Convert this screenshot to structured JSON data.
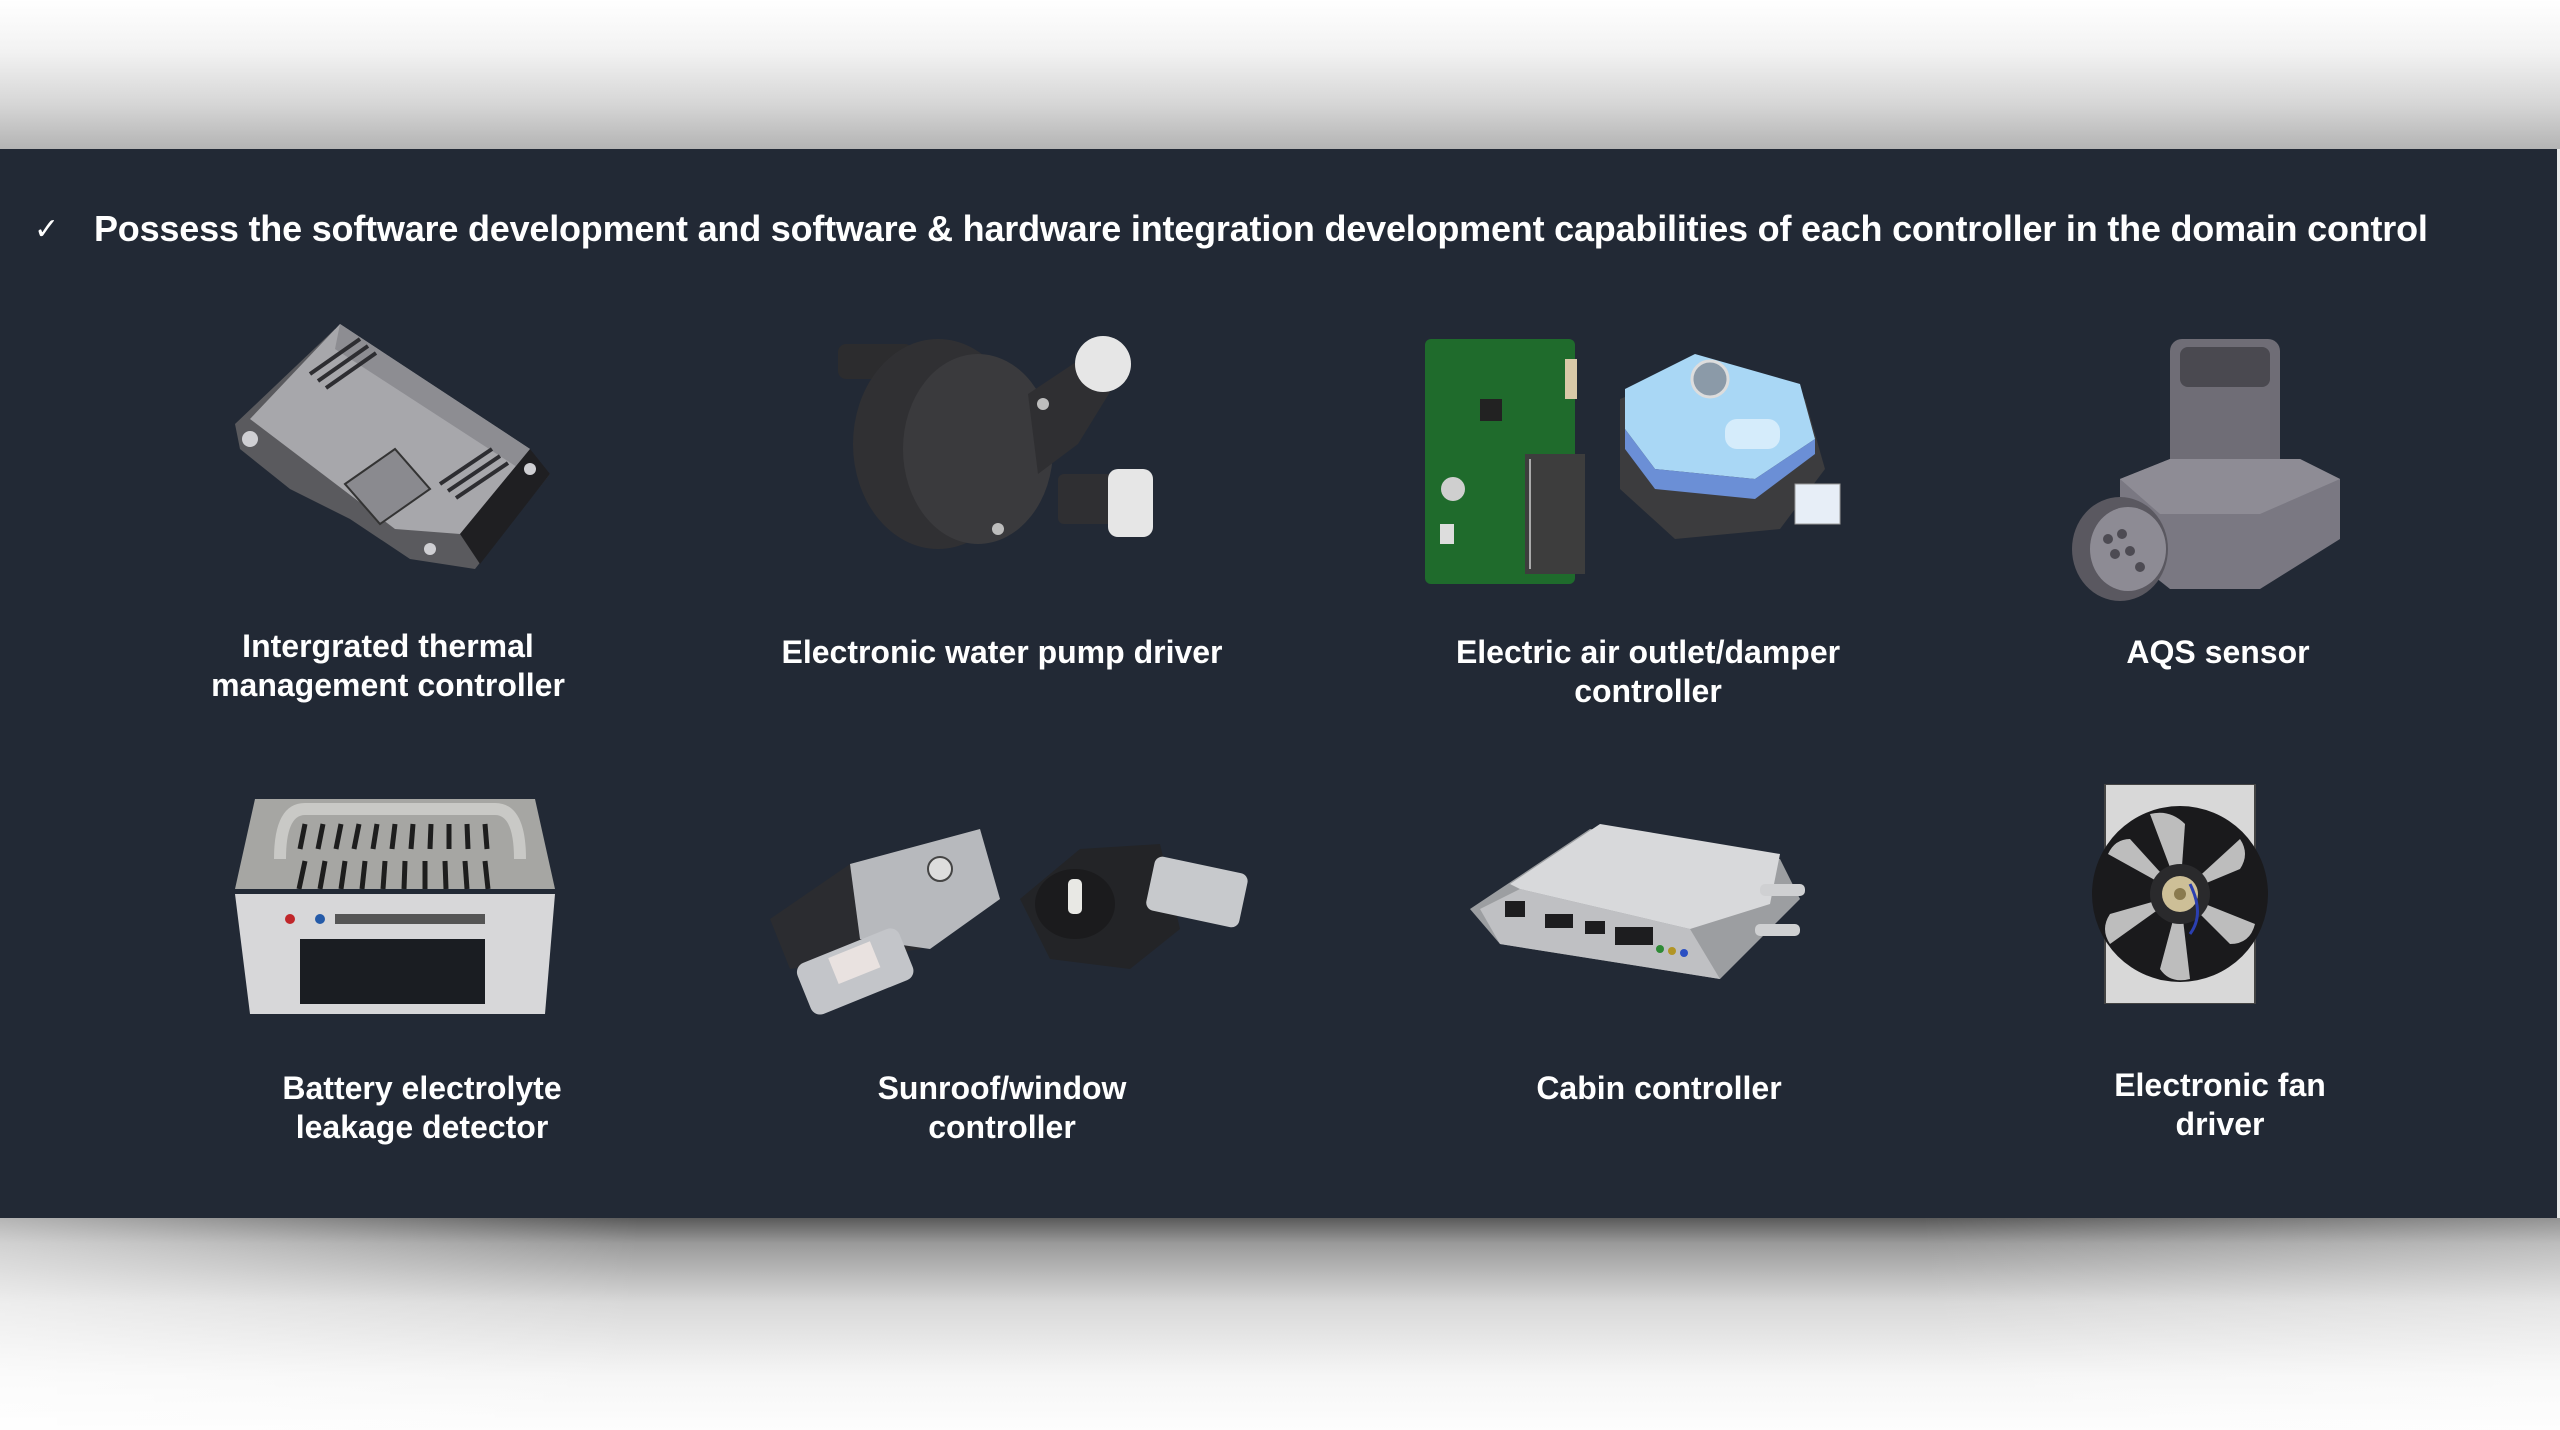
{
  "slide": {
    "headline": {
      "bullet_icon": "checkmark-icon",
      "bullet_glyph": "✓",
      "text": "Possess the software development and software & hardware integration development capabilities of each controller in the domain control"
    },
    "colors": {
      "panel_background": "#222935",
      "text": "#ffffff"
    },
    "products": [
      {
        "line1": "Intergrated thermal",
        "line2": "management controller",
        "image": "thermal-management-controller-image"
      },
      {
        "line1": "Electronic water pump driver",
        "line2": "",
        "image": "water-pump-image"
      },
      {
        "line1": "Electric air outlet/damper",
        "line2": "controller",
        "image": "damper-controller-image"
      },
      {
        "line1": "AQS sensor",
        "line2": "",
        "image": "aqs-sensor-image"
      },
      {
        "line1": "Battery electrolyte",
        "line2": "leakage detector",
        "image": "leakage-detector-image"
      },
      {
        "line1": "Sunroof/window",
        "line2": "controller",
        "image": "sunroof-window-controller-image"
      },
      {
        "line1": "Cabin controller",
        "line2": "",
        "image": "cabin-controller-image"
      },
      {
        "line1": "Electronic fan",
        "line2": "driver",
        "image": "fan-driver-image"
      }
    ]
  }
}
